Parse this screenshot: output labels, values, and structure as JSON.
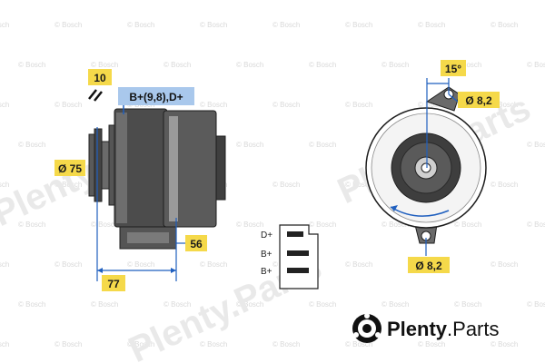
{
  "labels": {
    "pin_label": "10",
    "terminal_label": "B+(9,8),D+",
    "pulley_diameter": "Ø 75",
    "dim_56": "56",
    "dim_77": "77",
    "angle": "15°",
    "hole_top": "Ø 8,2",
    "hole_bottom": "Ø 8,2"
  },
  "connector": {
    "pins": [
      "D+",
      "B+",
      "B+"
    ]
  },
  "watermark": {
    "small": "© Bosch",
    "large": "Plenty.Parts"
  },
  "brand": {
    "name": "Plenty",
    "suffix": ".Parts"
  },
  "colors": {
    "label_yellow": "#f5d94a",
    "label_blue": "#a9c8ec",
    "dimension_line": "#1f5fbf",
    "body_dark": "#4a4a4a",
    "body_light": "#8a8a8a"
  },
  "icons": {
    "brand_logo": "gear-wheel-icon",
    "hatch_mark": "hatch-icon"
  }
}
